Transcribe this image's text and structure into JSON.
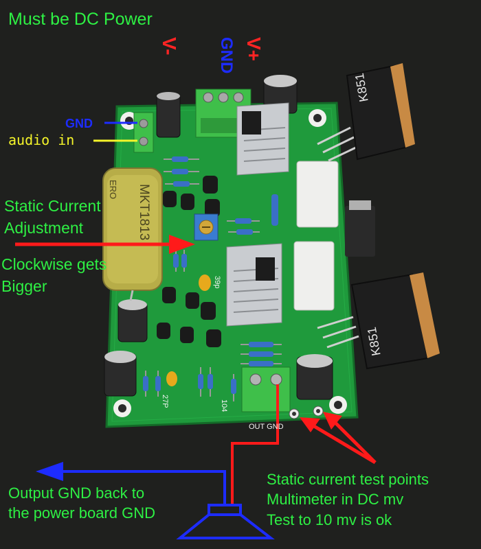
{
  "labels": {
    "must_be_dc_power": "Must be DC Power",
    "v_minus": "V-",
    "gnd_power": "GND",
    "v_plus": "V+",
    "gnd_input": "GND",
    "audio_in": "audio in",
    "static_current_line1": "Static Current",
    "static_current_line2": "Adjustment",
    "clockwise_line1": "Clockwise gets",
    "clockwise_line2": "Bigger",
    "output_line1": "Output  GND back to",
    "output_line2": "the power board GND",
    "test_line1": "Static current test points",
    "test_line2": "Multimeter in DC mv",
    "test_line3": "Test to 10 mv is ok"
  },
  "component_marks": {
    "transistor_1": "K851",
    "transistor_2": "K851",
    "capacitor_brand": "ERO",
    "capacitor_model": "MKT1813",
    "out_gnd": "OUT GND",
    "cap_27p": "27P",
    "cap_104": "104",
    "cap_39p": "39p"
  },
  "colors": {
    "label_green": "#2ef044",
    "power_red": "#ff2424",
    "gnd_blue": "#1d2cff",
    "audio_yellow": "#f5f52a",
    "pcb_green": "#1f9a3c",
    "arrow_red": "#ff1a1a",
    "arrow_blue": "#1d2cff"
  }
}
